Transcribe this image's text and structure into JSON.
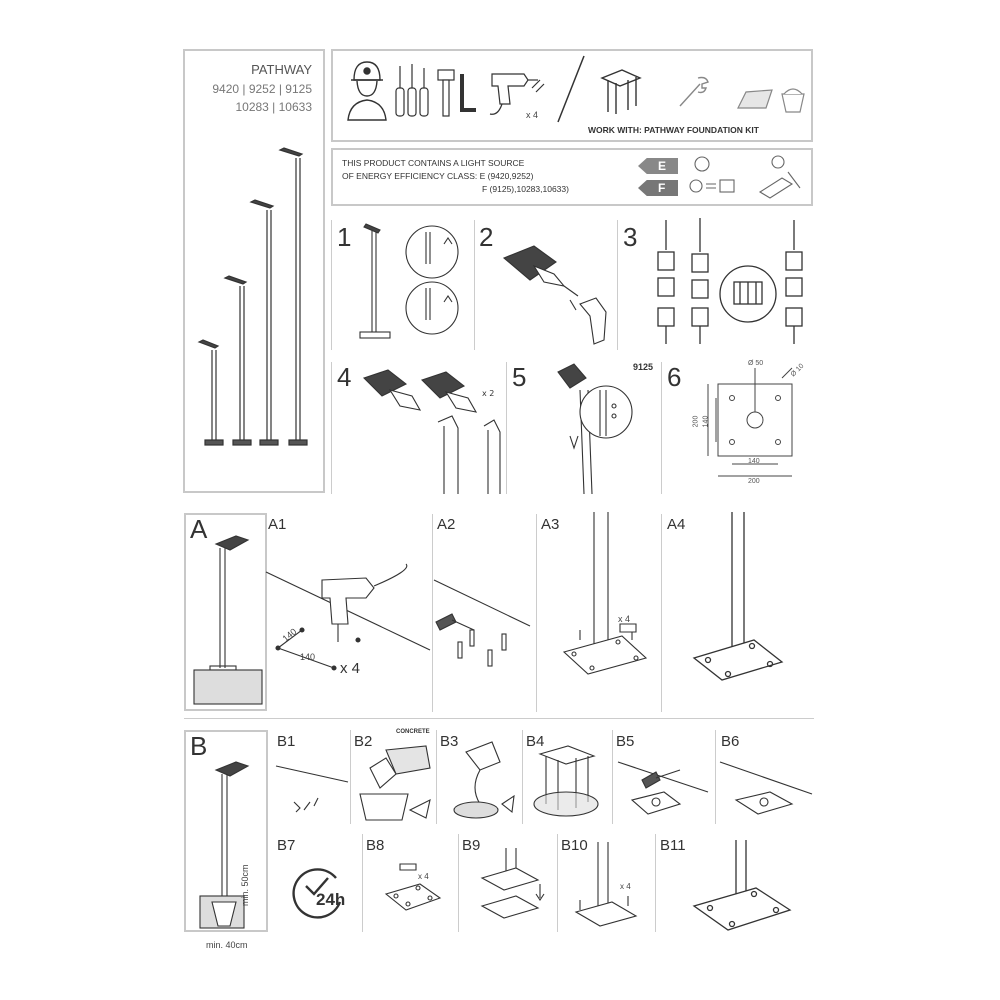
{
  "header": {
    "title": "PATHWAY",
    "codes_line1": "9420 | 9252 | 9125",
    "codes_line2": "10283 | 10633"
  },
  "tools": {
    "screw_qty": "x 4",
    "work_with": "WORK WITH: PATHWAY FOUNDATION KIT"
  },
  "energy": {
    "line1": "THIS PRODUCT CONTAINS A LIGHT SOURCE",
    "line2": "OF ENERGY EFFICIENCY CLASS: E (9420,9252)",
    "line3": "F (9125),10283,10633)",
    "badge_e": "E",
    "badge_f": "F"
  },
  "steps": {
    "s1": "1",
    "s2": "2",
    "s3": "3",
    "s4": "4",
    "s5": "5",
    "s6": "6",
    "s4_qty": "x 2",
    "s5_model": "9125"
  },
  "dims": {
    "d_circle_top": "Ø 50",
    "d_hole": "Ø 10",
    "d_outer_h": "200",
    "d_inner_h": "140",
    "d_inner_w": "140",
    "d_outer_w": "200"
  },
  "section_a": {
    "letter": "A",
    "a1": "A1",
    "a2": "A2",
    "a3": "A3",
    "a4": "A4",
    "a1_dim1": "140",
    "a1_dim2": "140",
    "a1_qty": "x 4",
    "a3_qty": "x 4"
  },
  "section_b": {
    "letter": "B",
    "b1": "B1",
    "b2": "B2",
    "b3": "B3",
    "b4": "B4",
    "b5": "B5",
    "b6": "B6",
    "b7": "B7",
    "b8": "B8",
    "b9": "B9",
    "b10": "B10",
    "b11": "B11",
    "concrete": "CONCRETE",
    "hours": "24h",
    "b8_qty": "x 4",
    "b10_qty": "x 4",
    "min_depth": "min. 50cm",
    "min_width": "min. 40cm"
  }
}
